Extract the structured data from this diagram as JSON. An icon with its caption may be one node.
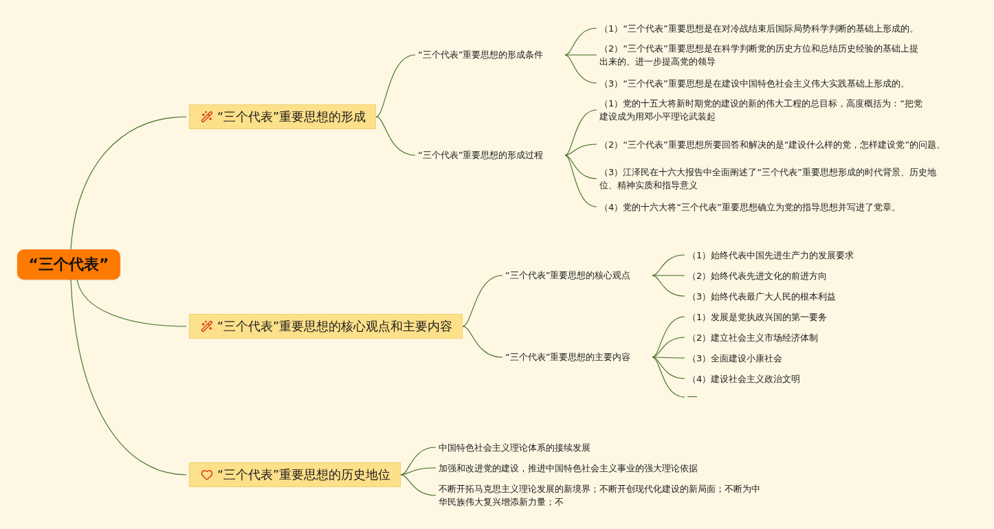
{
  "diagram": {
    "nodes": [
      {
        "text": [
          "“三个代表”"
        ]
      },
      {
        "text": [
          "“三个代表”重要思想的形成"
        ]
      },
      {
        "text": [
          "“三个代表”重要思想的形成条件"
        ]
      },
      {
        "text": [
          "（1）“三个代表”重要思想是在对冷战结束后国际局势科学判断的基础上形成的。"
        ]
      },
      {
        "text": [
          "（2）“三个代表”重要思想是在科学判断党的历史方位和总结历史经验的基础上提出来的。进一步提高党的领导"
        ]
      },
      {
        "text": [
          "（3）“三个代表”重要思想是在建设中国特色社会主义伟大实践基础上形成的。"
        ]
      },
      {
        "text": [
          "“三个代表”重要思想的形成过程"
        ]
      },
      {
        "text": [
          "（1）党的十五大将新时期党的建设的新的伟大工程的总目标，高度概括为：“把党建设成为用邓小平理论武装起"
        ]
      },
      {
        "text": [
          "（2）“三个代表”重要思想所要回答和解决的是“建设什么样的党，怎样建设党”的问题。"
        ]
      },
      {
        "text": [
          "（3）江泽民在十六大报告中全面阐述了“三个代表”重要思想形成的时代背景、历史地位、精神实质和指导意义"
        ]
      },
      {
        "text": [
          "（4）党的十六大将“三个代表”重要思想确立为党的指导思想并写进了党章。"
        ]
      },
      {
        "text": [
          "“三个代表”重要思想的核心观点和主要内容"
        ]
      },
      {
        "text": [
          "“三个代表”重要思想的核心观点"
        ]
      },
      {
        "text": [
          "（1）始终代表中国先进生产力的发展要求"
        ]
      },
      {
        "text": [
          "（2）始终代表先进文化的前进方向"
        ]
      },
      {
        "text": [
          "（3）始终代表最广大人民的根本利益"
        ]
      },
      {
        "text": [
          "“三个代表”重要思想的主要内容"
        ]
      },
      {
        "text": [
          "（1）发展是党执政兴国的第一要务"
        ]
      },
      {
        "text": [
          "（2）建立社会主义市场经济体制"
        ]
      },
      {
        "text": [
          "（3）全面建设小康社会"
        ]
      },
      {
        "text": [
          "（4）建设社会主义政治文明"
        ]
      },
      {
        "text": [],
        "shape": "line"
      },
      {
        "text": [
          "“三个代表”重要思想的历史地位"
        ]
      },
      {
        "text": [
          "中国特色社会主义理论体系的接续发展"
        ]
      },
      {
        "text": [
          "加强和改进党的建设，推进中国特色社会主义事业的强大理论依据"
        ]
      },
      {
        "text": [
          "不断开拓马克思主义理论发展的新境界；不断开创现代化建设的新局面；不断为中华民族伟大复兴增添新力量；不"
        ]
      }
    ],
    "edges": [
      {
        "from": 0,
        "to": 1,
        "arrow": "none"
      },
      {
        "from": 1,
        "to": 2,
        "arrow": "none"
      },
      {
        "from": 2,
        "to": 3,
        "arrow": "none"
      },
      {
        "from": 2,
        "to": 4,
        "arrow": "none"
      },
      {
        "from": 2,
        "to": 5,
        "arrow": "none"
      },
      {
        "from": 1,
        "to": 6,
        "arrow": "none"
      },
      {
        "from": 6,
        "to": 7,
        "arrow": "none"
      },
      {
        "from": 6,
        "to": 8,
        "arrow": "none"
      },
      {
        "from": 6,
        "to": 9,
        "arrow": "none"
      },
      {
        "from": 6,
        "to": 10,
        "arrow": "none"
      },
      {
        "from": 0,
        "to": 11,
        "arrow": "none"
      },
      {
        "from": 11,
        "to": 12,
        "arrow": "none"
      },
      {
        "from": 12,
        "to": 13,
        "arrow": "none"
      },
      {
        "from": 12,
        "to": 14,
        "arrow": "none"
      },
      {
        "from": 12,
        "to": 15,
        "arrow": "none"
      },
      {
        "from": 11,
        "to": 16,
        "arrow": "none"
      },
      {
        "from": 16,
        "to": 17,
        "arrow": "none"
      },
      {
        "from": 16,
        "to": 18,
        "arrow": "none"
      },
      {
        "from": 16,
        "to": 19,
        "arrow": "none"
      },
      {
        "from": 16,
        "to": 20,
        "arrow": "none"
      },
      {
        "from": 16,
        "to": 21,
        "arrow": "none"
      },
      {
        "from": 0,
        "to": 22,
        "arrow": "none"
      },
      {
        "from": 22,
        "to": 23,
        "arrow": "none"
      },
      {
        "from": 22,
        "to": 24,
        "arrow": "none"
      },
      {
        "from": 22,
        "to": 25,
        "arrow": "none"
      }
    ]
  }
}
